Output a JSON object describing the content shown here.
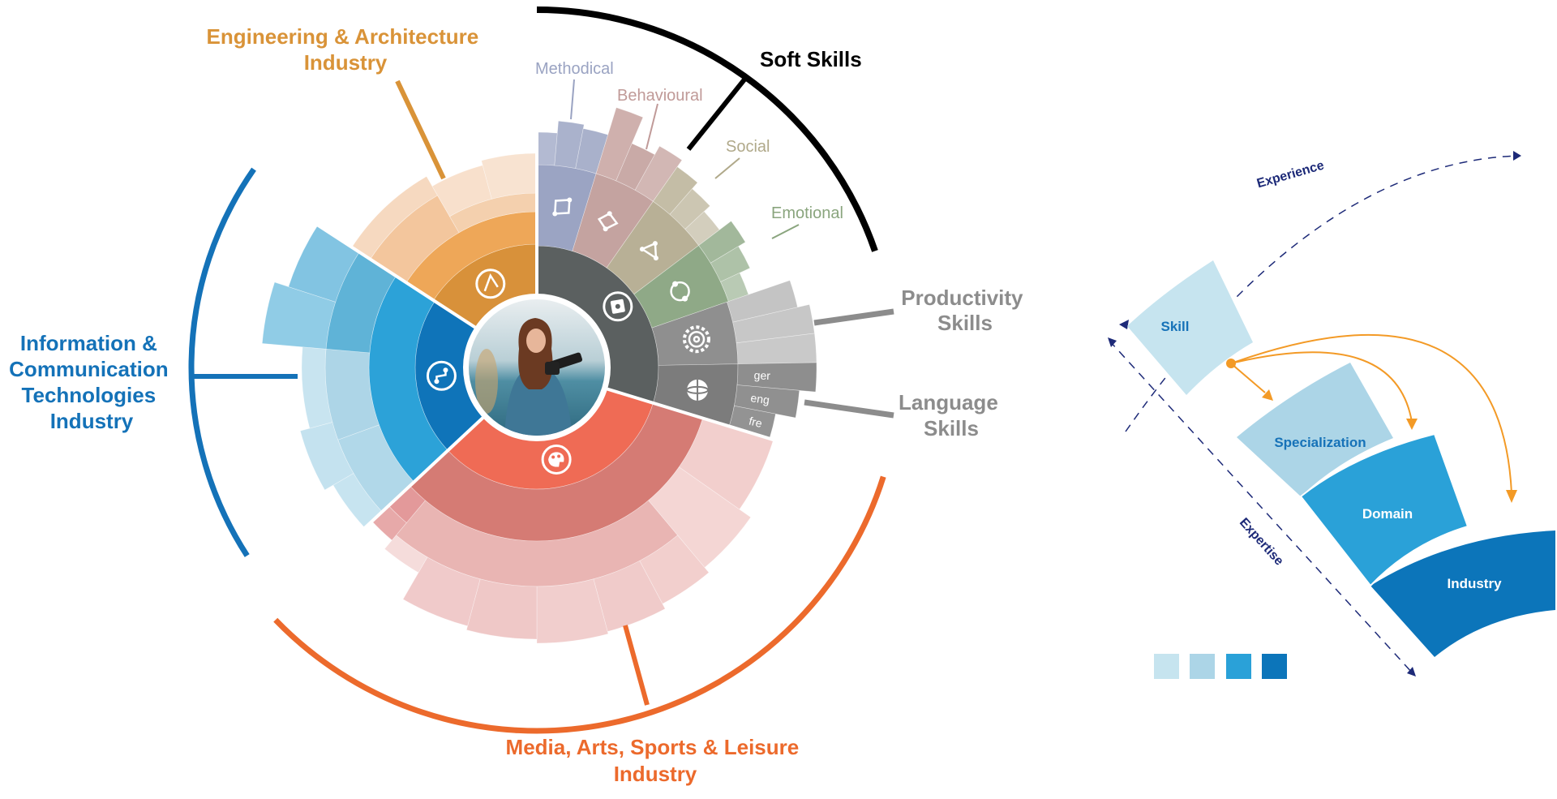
{
  "sunburst": {
    "soft_skills": {
      "label": "Soft Skills",
      "color": "#000000",
      "subcategories": [
        {
          "label": "Methodical",
          "color": "#9aa3c2"
        },
        {
          "label": "Behavioural",
          "color": "#c09a98"
        },
        {
          "label": "Social",
          "color": "#b0a98a"
        },
        {
          "label": "Emotional",
          "color": "#8aa57e"
        }
      ]
    },
    "productivity": {
      "label_line1": "Productivity",
      "label_line2": "Skills",
      "color": "#8c8c8c"
    },
    "language": {
      "label_line1": "Language",
      "label_line2": "Skills",
      "color": "#8c8c8c",
      "languages": [
        "ger",
        "eng",
        "fre"
      ]
    },
    "engineering": {
      "label_line1": "Engineering & Architecture",
      "label_line2": "Industry",
      "color": "#d99338"
    },
    "ict": {
      "label_lines": [
        "Information &",
        "Communication",
        "Technologies",
        "Industry"
      ],
      "color": "#1472b8"
    },
    "media": {
      "label_line1": "Media, Arts, Sports & Leisure",
      "label_line2": "Industry",
      "color": "#ec6a2c"
    }
  },
  "legend_diagram": {
    "levels": [
      {
        "label": "Skill",
        "color": "#c6e4ef",
        "text_color": "#1672b8"
      },
      {
        "label": "Specialization",
        "color": "#acd5e7",
        "text_color": "#1672b8"
      },
      {
        "label": "Domain",
        "color": "#2aa1d8",
        "text_color": "#ffffff"
      },
      {
        "label": "Industry",
        "color": "#0c75ba",
        "text_color": "#ffffff"
      }
    ],
    "experience_label": "Experience",
    "expertise_label": "Expertise",
    "arrow_color": "#f39a26",
    "axis_color": "#1d2a78"
  }
}
